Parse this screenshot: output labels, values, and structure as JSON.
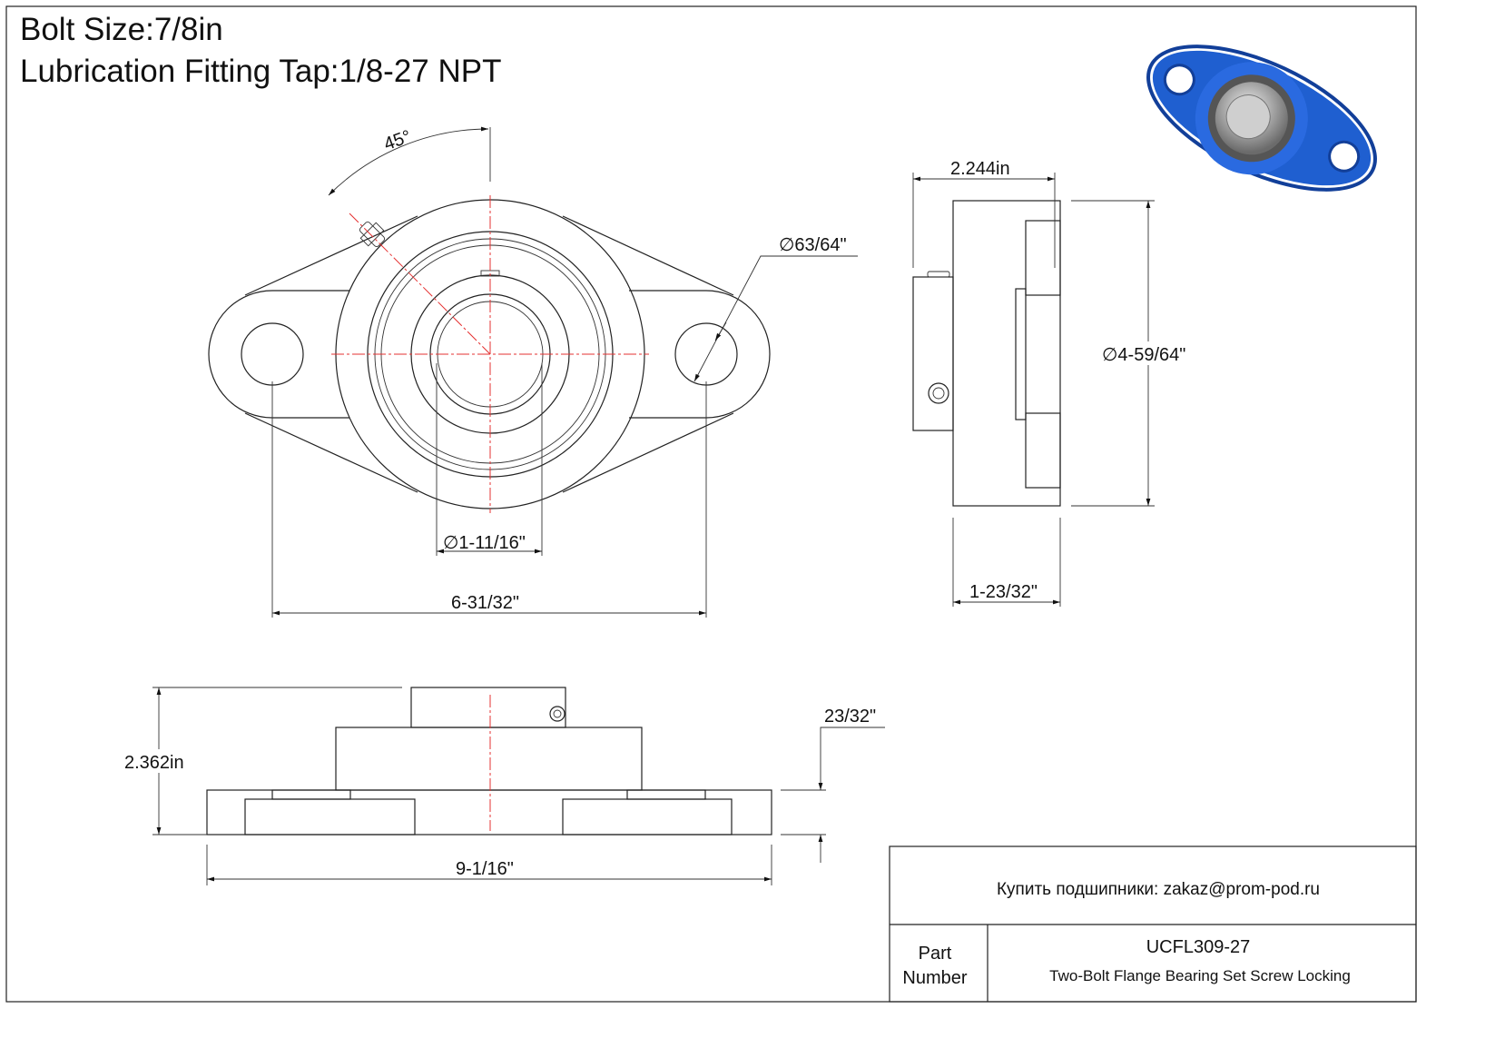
{
  "header": {
    "bolt_size": "Bolt Size:7/8in",
    "lubrication": "Lubrication Fitting Tap:1/8-27 NPT"
  },
  "dimensions": {
    "angle": "45°",
    "bolt_hole_dia": "∅63/64\"",
    "bore_dia": "∅1-11/16\"",
    "bolt_spacing": "6-31/32\"",
    "width_2244": "2.244in",
    "housing_dia": "∅4-59/64\"",
    "flange_thickness_side": "1-23/32\"",
    "height": "2.362in",
    "flange_thickness": "23/32\"",
    "overall_length": "9-1/16\""
  },
  "title_block": {
    "contact": "Купить подшипники: zakaz@prom-pod.ru",
    "part_label_1": "Part",
    "part_label_2": "Number",
    "part_number": "UCFL309-27",
    "description": "Two-Bolt Flange Bearing Set Screw Locking"
  },
  "colors": {
    "accent_blue": "#1f5fd0",
    "centerline": "#e53030"
  }
}
